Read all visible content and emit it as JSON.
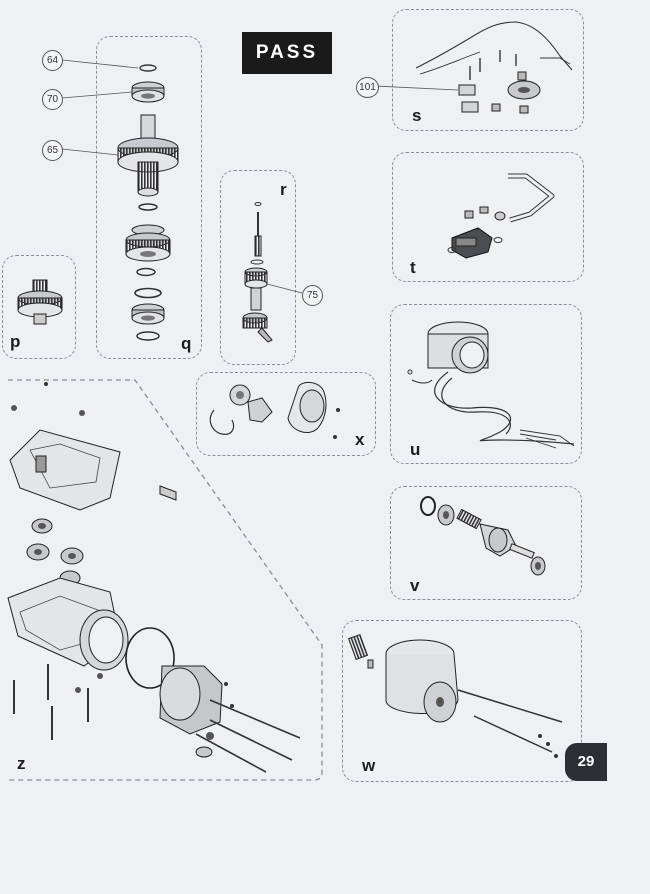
{
  "header": {
    "badge": "PASS"
  },
  "page_number": "29",
  "panels": {
    "q": "q",
    "r": "r",
    "s": "s",
    "t": "t",
    "p": "p",
    "u": "u",
    "x": "x",
    "v": "v",
    "z": "z",
    "w": "w"
  },
  "callouts": {
    "c64": "64",
    "c70": "70",
    "c65": "65",
    "c75": "75",
    "c101": "101"
  }
}
